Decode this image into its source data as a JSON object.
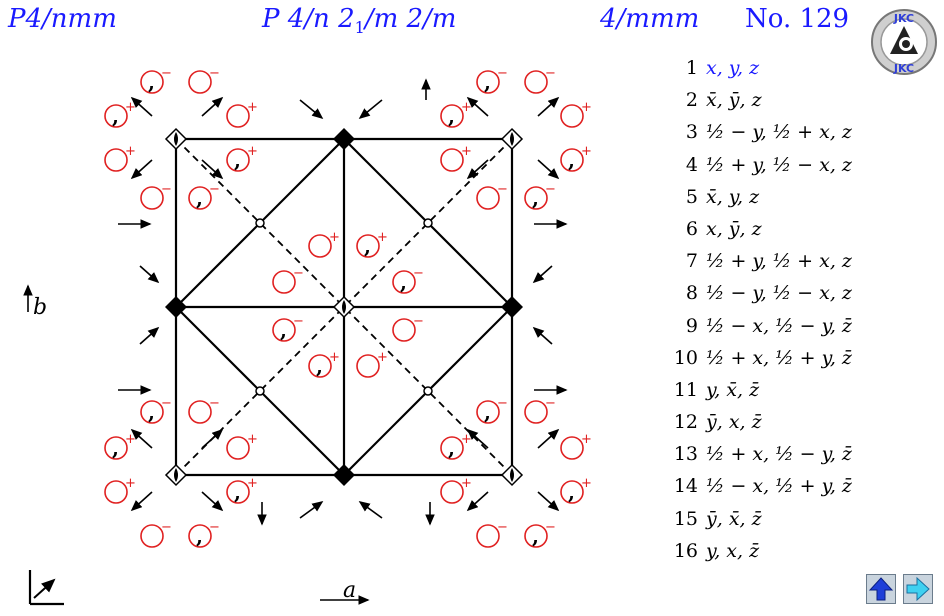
{
  "header": {
    "short_symbol": "P4/nmm",
    "full_symbol_parts": [
      "P 4/n 2",
      "1",
      "/m 2/m"
    ],
    "point_group": "4/mmm",
    "number_label": "No. 129"
  },
  "logo": {
    "text": "JKC",
    "icon": "jkc-logo-icon"
  },
  "diagram": {
    "axis_a": "a",
    "axis_b": "b",
    "comma_glyph": ",",
    "sign_minus": "−",
    "sign_plus": "+",
    "colors": {
      "ink": "#000000",
      "positions": "#e02020",
      "header": "#1a1aff"
    }
  },
  "operations": [
    {
      "n": "1",
      "expr": "x, y, z"
    },
    {
      "n": "2",
      "expr": "x̄, ȳ, z"
    },
    {
      "n": "3",
      "expr": "½ − y, ½ + x, z"
    },
    {
      "n": "4",
      "expr": "½ + y, ½ − x, z"
    },
    {
      "n": "5",
      "expr": "x̄, y, z"
    },
    {
      "n": "6",
      "expr": "x, ȳ, z"
    },
    {
      "n": "7",
      "expr": "½ + y, ½ + x, z"
    },
    {
      "n": "8",
      "expr": "½ − y, ½ − x, z"
    },
    {
      "n": "9",
      "expr": "½ − x, ½ − y, z̄"
    },
    {
      "n": "10",
      "expr": "½ + x, ½ + y, z̄"
    },
    {
      "n": "11",
      "expr": "y, x̄, z̄"
    },
    {
      "n": "12",
      "expr": "ȳ, x, z̄"
    },
    {
      "n": "13",
      "expr": "½ + x, ½ − y, z̄"
    },
    {
      "n": "14",
      "expr": "½ − x, ½ + y, z̄"
    },
    {
      "n": "15",
      "expr": "ȳ, x̄, z̄"
    },
    {
      "n": "16",
      "expr": "y, x, z̄"
    }
  ],
  "nav": {
    "up_icon": "arrow-up-icon",
    "next_icon": "arrow-right-icon"
  }
}
